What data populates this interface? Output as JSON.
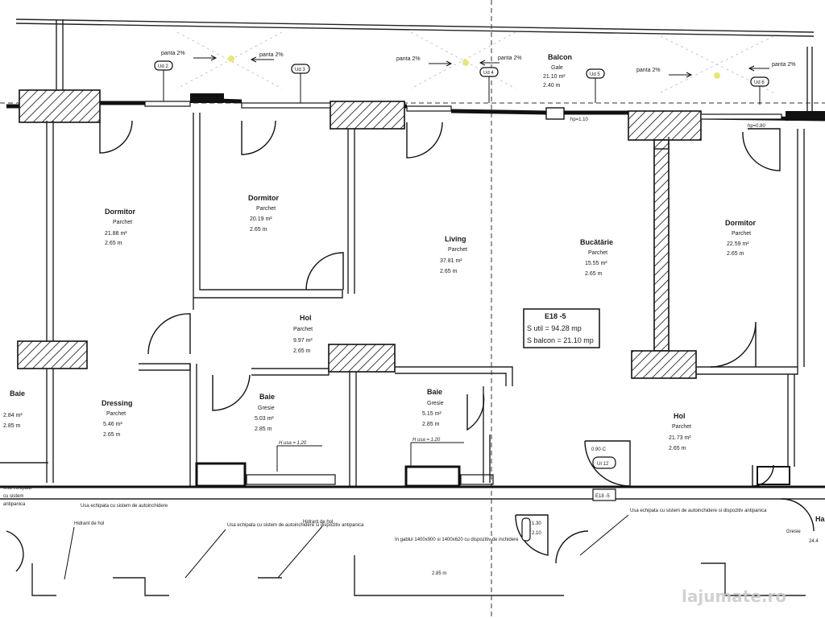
{
  "balcony": {
    "slopes": [
      "panta 2%",
      "panta 2%",
      "panta 2%",
      "panta 2%",
      "panta 2%",
      "panta 2%"
    ],
    "label": "Balcon",
    "floor": "Gale",
    "area": "21.10 m²",
    "height": "2.40 m",
    "drain_labels": [
      "Ud 2",
      "Ud 3",
      "Ud 4",
      "Ud 5",
      "Ud 6"
    ],
    "sill_labels": [
      "hp=1.10",
      "hp=0.80"
    ]
  },
  "rooms": {
    "dormitor_left": {
      "name": "Dormitor",
      "floor": "Parchet",
      "area": "21.88 m²",
      "height": "2.65 m"
    },
    "dormitor_mid": {
      "name": "Dormitor",
      "floor": "Parchet",
      "area": "20.19 m²",
      "height": "2.65 m"
    },
    "living": {
      "name": "Living",
      "floor": "Parchet",
      "area": "37.81 m²",
      "height": "2.65 m"
    },
    "bucatarie": {
      "name": "Bucătărie",
      "floor": "Parchet",
      "area": "15.55 m²",
      "height": "2.65 m"
    },
    "dormitor_right": {
      "name": "Dormitor",
      "floor": "Parchet",
      "area": "22.59 m²",
      "height": "2.65 m"
    },
    "hol_mid": {
      "name": "Hol",
      "floor": "Parchet",
      "area": "9.97 m²",
      "height": "2.65 m"
    },
    "baie_far_left": {
      "name": "Baie",
      "floor": "",
      "area": "2.84 m²",
      "height": "2.85 m"
    },
    "dressing": {
      "name": "Dressing",
      "floor": "Parchet",
      "area": "5.46 m²",
      "height": "2.65 m"
    },
    "baie_1": {
      "name": "Baie",
      "floor": "Gresie",
      "area": "5.03 m²",
      "height": "2.85 m",
      "note": "H usa = 1.20"
    },
    "baie_2": {
      "name": "Baie",
      "floor": "Gresie",
      "area": "5.15 m²",
      "height": "2.85 m",
      "note": "H usa = 1.20"
    },
    "hol_right": {
      "name": "Hol",
      "floor": "Parchet",
      "area": "21.73 m²",
      "height": "2.65 m"
    }
  },
  "unit_box": {
    "title": "E18 -5",
    "s_util": "S util = 94.28 mp",
    "s_balcon": "S balcon = 21.10 mp"
  },
  "entrance": {
    "tags": [
      "UI 12",
      "E18 -5"
    ],
    "door_label": "0.90·C",
    "dims": [
      "1.30",
      "2.10"
    ]
  },
  "corridor_notes": [
    "Usa echipata cu sistem de autoinchidere",
    "Hidrant de hol",
    "Usa echipata cu sistem de autoinchidere si dispozitiv antipanica",
    "Hidrant de hol",
    "Usa echipata cu sistem de autoinchidere si dispozitiv antipanica",
    "In gablul 1400x900 si 1400x620 cu dispozitiv de inchidere",
    "2.85 m"
  ],
  "edge_labels": {
    "far_left_notes": [
      "Usa echipata",
      "cu sistem",
      "antipanica"
    ],
    "right_edge": [
      "Ha",
      "Gresie",
      "24.4"
    ]
  },
  "watermark": "lajumate.ro"
}
